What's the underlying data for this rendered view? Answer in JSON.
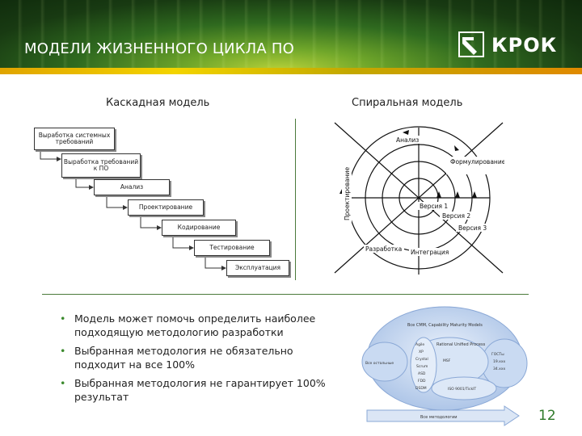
{
  "header": {
    "title": "МОДЕЛИ ЖИЗНЕННОГО ЦИКЛА ПО",
    "logo_text": "КРОК"
  },
  "waterfall": {
    "title": "Каскадная модель",
    "steps": [
      "Выработка системных требований",
      "Выработка требований к ПО",
      "Анализ",
      "Проектирование",
      "Кодирование",
      "Тестирование",
      "Эксплуатация"
    ]
  },
  "spiral": {
    "title": "Спиральная модель",
    "labels": {
      "analysis": "Анализ",
      "requirements": "Формулирование требований",
      "design": "Проектирование",
      "v1": "Версия 1",
      "v2": "Версия 2",
      "v3": "Версия 3",
      "dev": "Разработка",
      "integration": "Интеграция"
    }
  },
  "bullets": [
    "Модель может помочь определить наиболее подходящую методологию разработки",
    "Выбранная методология не обязательно подходит на все 100%",
    "Выбранная методология не гарантирует 100% результат"
  ],
  "venn": {
    "outer": "Все CMM, Capability Maturity Models",
    "inner": "Rational Unified Process",
    "left": "Все остальные",
    "middle": [
      "Agile",
      "XP",
      "Crystal",
      "Scrum",
      "ASD",
      "FDD",
      "DSDM"
    ],
    "middle_right": "MSF",
    "right": [
      "ГОСТы",
      "19.xxx",
      "34.xxx"
    ],
    "bottom": "ISO 9001/TickIT",
    "axis": "Все методологии"
  },
  "page_number": "12"
}
